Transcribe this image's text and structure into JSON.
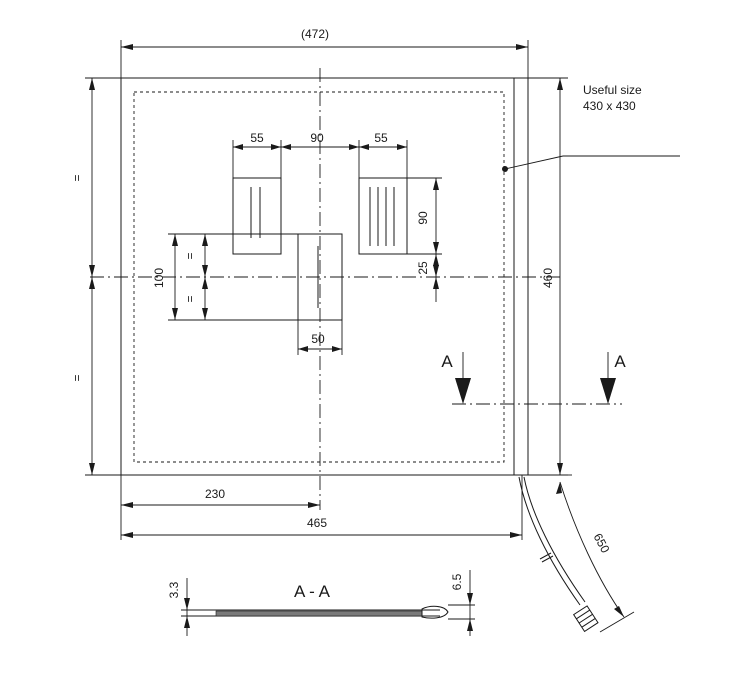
{
  "dimensions": {
    "overall_width": "(472)",
    "panel_width": "465",
    "panel_height": "460",
    "half_width": "230",
    "cable_length": "650",
    "equal_upper": "=",
    "equal_lower": "=",
    "equal_small_upper": "=",
    "equal_small_lower": "=",
    "pad_left_width": "55",
    "pad_gap": "90",
    "pad_right_width": "55",
    "pad_height": "90",
    "pad_offset": "25",
    "center_pad_width": "50",
    "group_height": "100",
    "section_thickness": "3.3",
    "section_thickness_end": "6.5"
  },
  "annotations": {
    "useful_size_line1": "Useful size",
    "useful_size_line2": "430 x 430",
    "section_left": "A",
    "section_right": "A",
    "section_title": "A - A"
  }
}
